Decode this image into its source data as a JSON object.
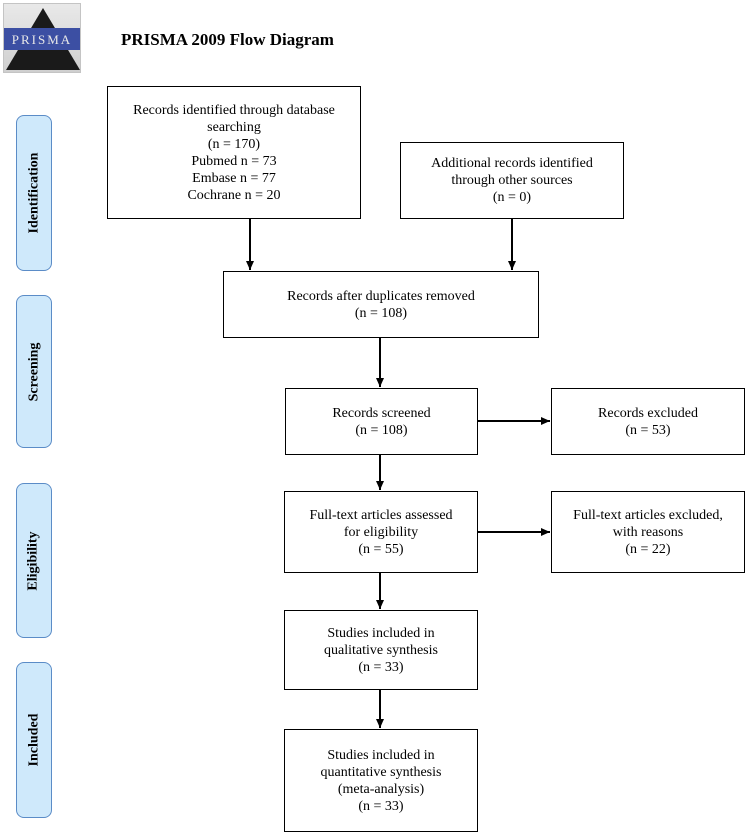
{
  "logo": {
    "text": "PRISMA"
  },
  "title": "PRISMA 2009 Flow Diagram",
  "stages": [
    {
      "label": "Identification"
    },
    {
      "label": "Screening"
    },
    {
      "label": "Eligibility"
    },
    {
      "label": "Included"
    }
  ],
  "boxes": {
    "db_search": {
      "lines": [
        "Records identified through database",
        "searching",
        "(n = 170)",
        "Pubmed n = 73",
        "Embase n = 77",
        "Cochrane n = 20"
      ]
    },
    "other_sources": {
      "lines": [
        "Additional records identified",
        "through other sources",
        "(n = 0)"
      ]
    },
    "duplicates_removed": {
      "lines": [
        "Records after duplicates removed",
        "(n = 108)"
      ]
    },
    "screened": {
      "lines": [
        "Records screened",
        "(n = 108)"
      ]
    },
    "excluded": {
      "lines": [
        "Records excluded",
        "(n = 53)"
      ]
    },
    "fulltext_assessed": {
      "lines": [
        "Full-text articles assessed",
        "for eligibility",
        "(n = 55)"
      ]
    },
    "fulltext_excluded": {
      "lines": [
        "Full-text articles excluded,",
        "with reasons",
        "(n = 22)"
      ]
    },
    "qualitative": {
      "lines": [
        "Studies included in",
        "qualitative synthesis",
        "(n = 33)"
      ]
    },
    "quantitative": {
      "lines": [
        "Studies included in",
        "quantitative synthesis",
        "(meta-analysis)",
        "(n = 33)"
      ]
    }
  }
}
